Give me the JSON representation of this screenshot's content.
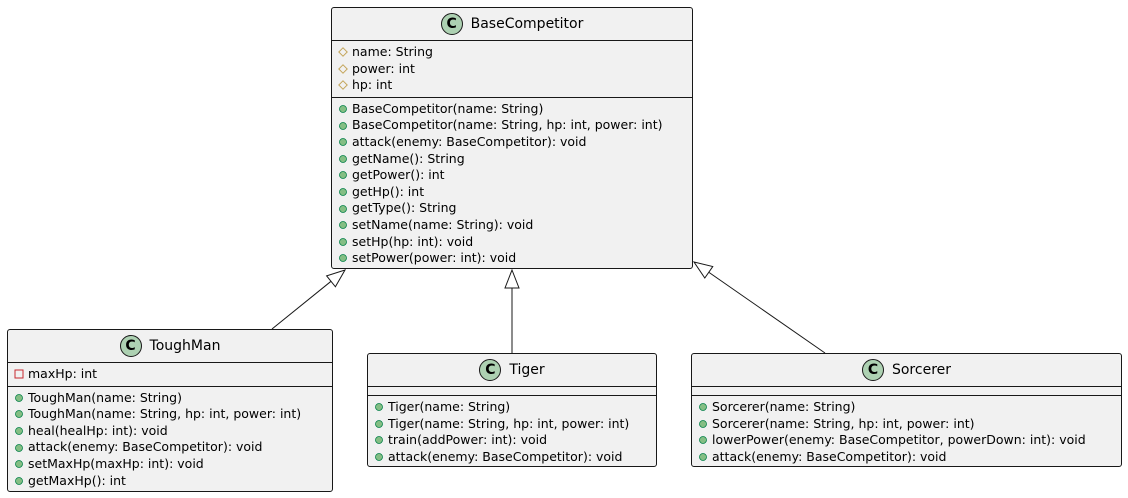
{
  "classes": [
    {
      "id": "base",
      "icon": "C",
      "name": "BaseCompetitor",
      "fields": [
        {
          "vis": "protected",
          "text": "name: String"
        },
        {
          "vis": "protected",
          "text": "power: int"
        },
        {
          "vis": "protected",
          "text": "hp: int"
        }
      ],
      "methods": [
        {
          "vis": "public",
          "text": "BaseCompetitor(name: String)"
        },
        {
          "vis": "public",
          "text": "BaseCompetitor(name: String, hp: int, power: int)"
        },
        {
          "vis": "public",
          "text": "attack(enemy: BaseCompetitor): void"
        },
        {
          "vis": "public",
          "text": "getName(): String"
        },
        {
          "vis": "public",
          "text": "getPower(): int"
        },
        {
          "vis": "public",
          "text": "getHp(): int"
        },
        {
          "vis": "public",
          "text": "getType(): String"
        },
        {
          "vis": "public",
          "text": "setName(name: String): void"
        },
        {
          "vis": "public",
          "text": "setHp(hp: int): void"
        },
        {
          "vis": "public",
          "text": "setPower(power: int): void"
        }
      ]
    },
    {
      "id": "toughman",
      "icon": "C",
      "name": "ToughMan",
      "fields": [
        {
          "vis": "private",
          "text": "maxHp: int"
        }
      ],
      "methods": [
        {
          "vis": "public",
          "text": "ToughMan(name: String)"
        },
        {
          "vis": "public",
          "text": "ToughMan(name: String, hp: int, power: int)"
        },
        {
          "vis": "public",
          "text": "heal(healHp: int): void"
        },
        {
          "vis": "public",
          "text": "attack(enemy: BaseCompetitor): void"
        },
        {
          "vis": "public",
          "text": "setMaxHp(maxHp: int): void"
        },
        {
          "vis": "public",
          "text": "getMaxHp(): int"
        }
      ]
    },
    {
      "id": "tiger",
      "icon": "C",
      "name": "Tiger",
      "fields": [],
      "methods": [
        {
          "vis": "public",
          "text": "Tiger(name: String)"
        },
        {
          "vis": "public",
          "text": "Tiger(name: String, hp: int, power: int)"
        },
        {
          "vis": "public",
          "text": "train(addPower: int): void"
        },
        {
          "vis": "public",
          "text": "attack(enemy: BaseCompetitor): void"
        }
      ]
    },
    {
      "id": "sorcerer",
      "icon": "C",
      "name": "Sorcerer",
      "fields": [],
      "methods": [
        {
          "vis": "public",
          "text": "Sorcerer(name: String)"
        },
        {
          "vis": "public",
          "text": "Sorcerer(name: String, hp: int, power: int)"
        },
        {
          "vis": "public",
          "text": "lowerPower(enemy: BaseCompetitor, powerDown: int): void"
        },
        {
          "vis": "public",
          "text": "attack(enemy: BaseCompetitor): void"
        }
      ]
    }
  ],
  "inheritance": [
    {
      "child": "toughman",
      "parent": "base"
    },
    {
      "child": "tiger",
      "parent": "base"
    },
    {
      "child": "sorcerer",
      "parent": "base"
    }
  ],
  "colors": {
    "box_fill": "#f1f1f1",
    "border": "#181818",
    "class_icon": "#add1b2",
    "public": "#84be84",
    "protected": "#c4a55a",
    "private": "#c82930"
  }
}
